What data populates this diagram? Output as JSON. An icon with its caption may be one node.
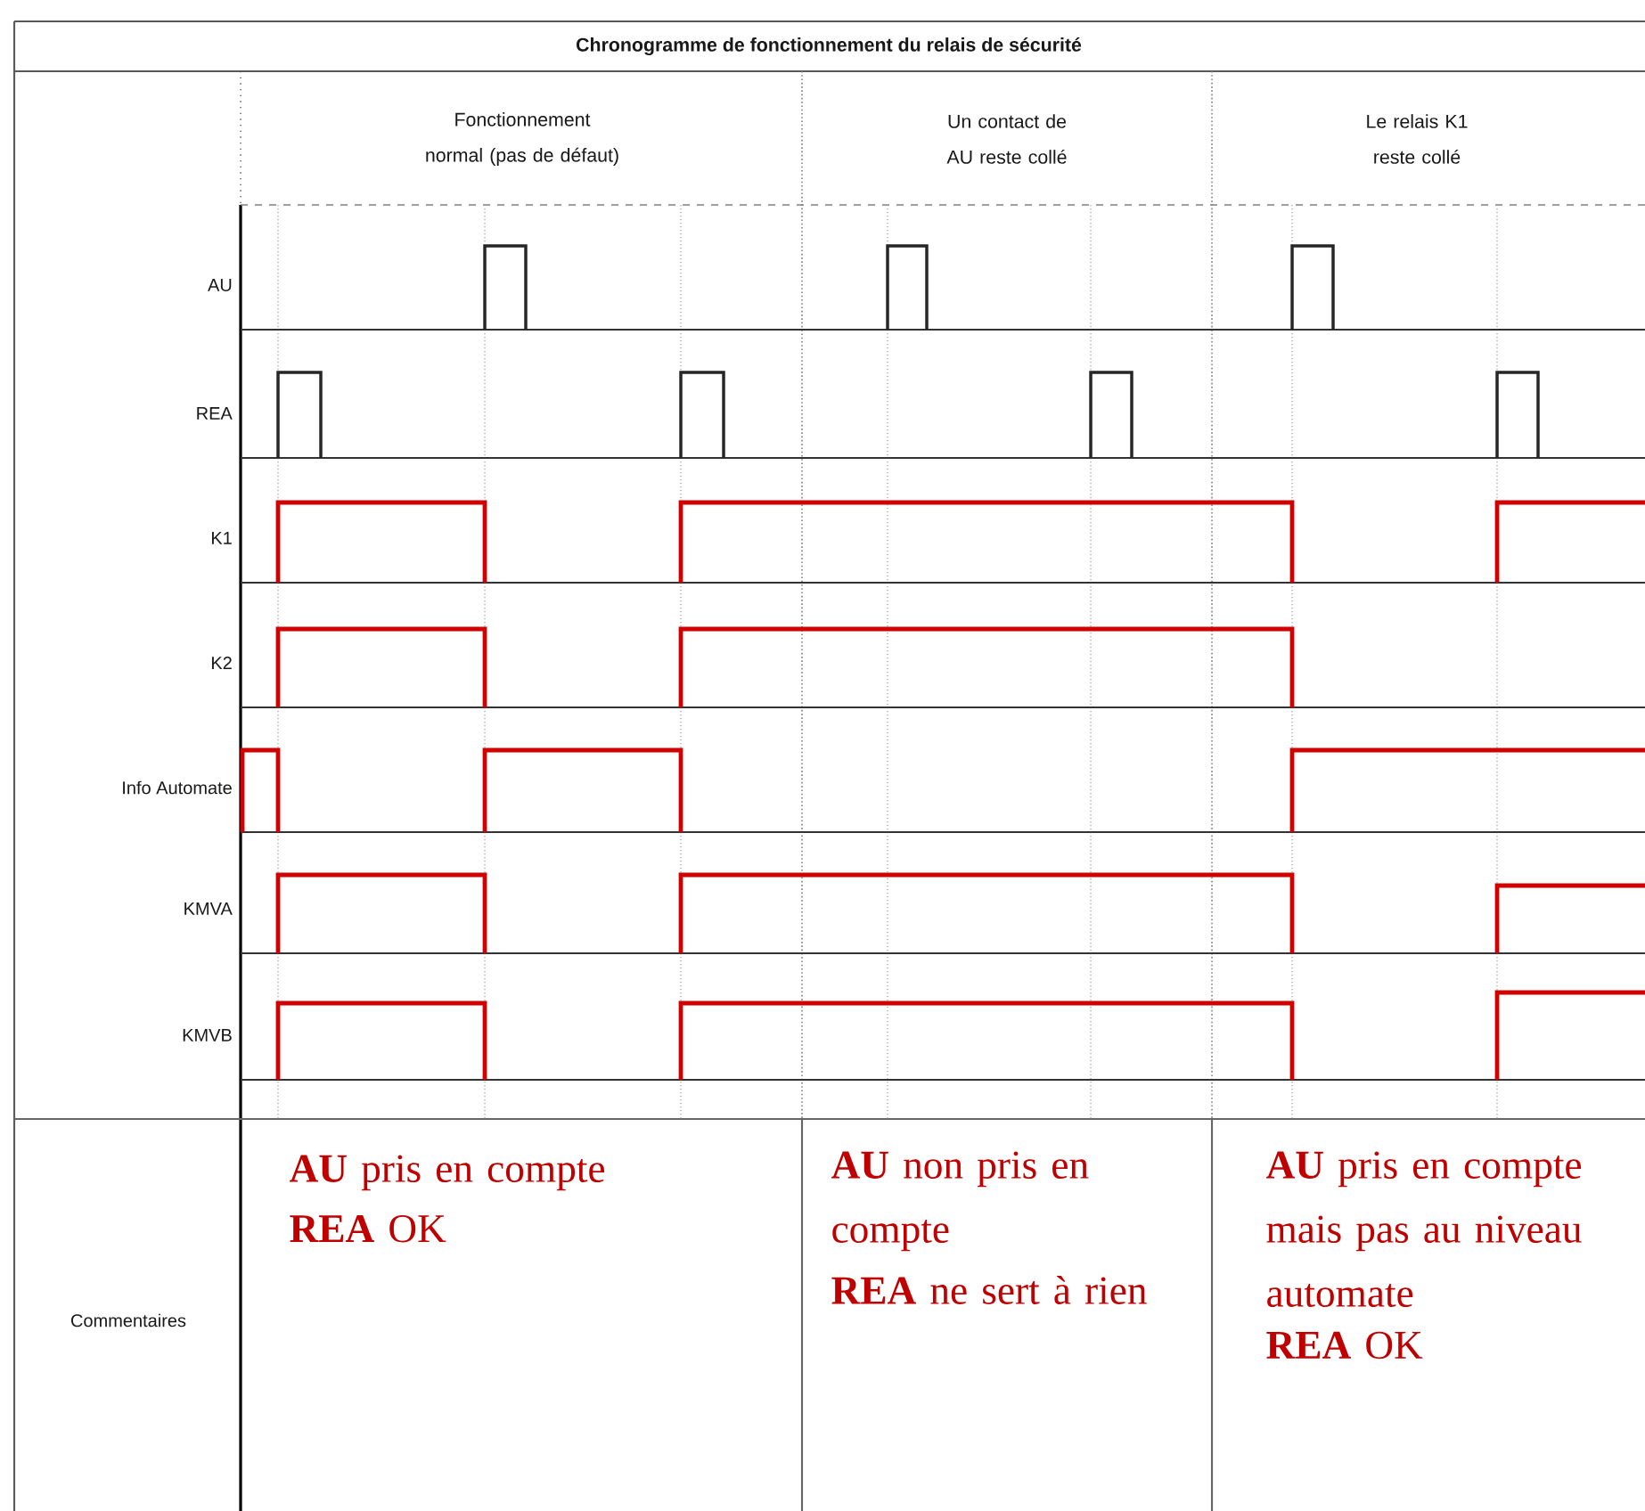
{
  "diagram": {
    "title": "Chronogramme de fonctionnement du relais de sécurité",
    "labels": [
      "Fonctionnement normal (pas de défaut)",
      "Un contact de AU reste collé",
      "Le relais K1 reste collé",
      "AU",
      "REA",
      "K1",
      "K2",
      "Info Automate",
      "KMVA",
      "KMVB",
      "Commentaires",
      "**AU** pris en compte",
      "**REA** OK",
      "**AU** non pris en compte",
      "**REA** ne sert à rien",
      "**AU** pris en compte mais pas au niveau automate",
      "**REA** OK"
    ]
  }
}
